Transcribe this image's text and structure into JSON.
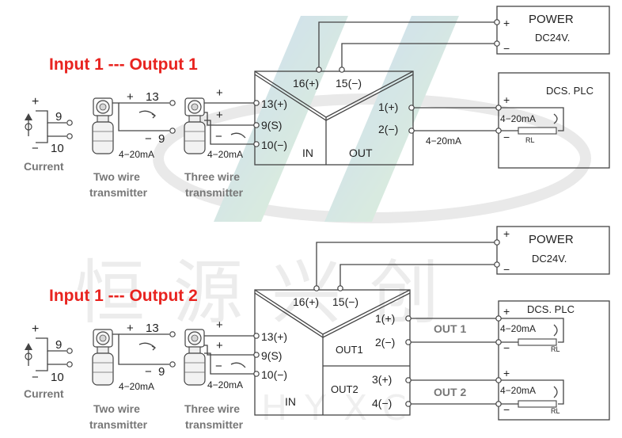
{
  "watermark": {
    "chinese": "恒源兴创",
    "letters": "HYXC"
  },
  "colors": {
    "title_red": "#e8231f",
    "line": "#444444",
    "gray_text": "#777777",
    "watermark_blue": "#8fb3e6",
    "watermark_green": "#b9e3a3"
  },
  "diagram1": {
    "title": "Input 1 --- Output 1",
    "current": {
      "plus": "+",
      "minus": "−",
      "t9": "9",
      "t10": "10",
      "label": "Current"
    },
    "two_wire": {
      "plus": "+",
      "t13": "13",
      "minus": "−",
      "t9": "9",
      "ma": "4−20mA",
      "label1": "Two wire",
      "label2": "transmitter"
    },
    "three_wire": {
      "plus1": "+",
      "plus2": "+",
      "minus": "−",
      "ma": "4−20mA",
      "label1": "Three wire",
      "label2": "transmitter"
    },
    "power": {
      "label": "POWER",
      "voltage": "DC24V.",
      "plus": "+",
      "minus": "−"
    },
    "module": {
      "p16": "16(+)",
      "p15": "15(−)",
      "p13": "13(+)",
      "p9": "9(S)",
      "p10": "10(−)",
      "in": "IN",
      "out": "OUT",
      "o1": "1(+)",
      "o2": "2(−)"
    },
    "line_ma": "4−20mA",
    "dcs": {
      "label": "DCS. PLC",
      "plus": "+",
      "minus": "−",
      "ma": "4−20mA",
      "rl": "RL"
    }
  },
  "diagram2": {
    "title": "Input 1 --- Output 2",
    "current": {
      "plus": "+",
      "minus": "−",
      "t9": "9",
      "t10": "10",
      "label": "Current"
    },
    "two_wire": {
      "plus": "+",
      "t13": "13",
      "minus": "−",
      "t9": "9",
      "ma": "4−20mA",
      "label1": "Two wire",
      "label2": "transmitter"
    },
    "three_wire": {
      "plus1": "+",
      "plus2": "+",
      "minus": "−",
      "ma": "4−20mA",
      "label1": "Three wire",
      "label2": "transmitter"
    },
    "power": {
      "label": "POWER",
      "voltage": "DC24V.",
      "plus": "+",
      "minus": "−"
    },
    "module": {
      "p16": "16(+)",
      "p15": "15(−)",
      "p13": "13(+)",
      "p9": "9(S)",
      "p10": "10(−)",
      "in": "IN",
      "out1": "OUT1",
      "out2": "OUT2",
      "o1": "1(+)",
      "o2": "2(−)",
      "o3": "3(+)",
      "o4": "4(−)"
    },
    "out1_label": "OUT 1",
    "out2_label": "OUT 2",
    "dcs": {
      "label": "DCS. PLC",
      "plus1": "+",
      "minus1": "−",
      "ma1": "4−20mA",
      "rl1": "RL",
      "plus2": "+",
      "minus2": "−",
      "ma2": "4−20mA",
      "rl2": "RL"
    }
  }
}
